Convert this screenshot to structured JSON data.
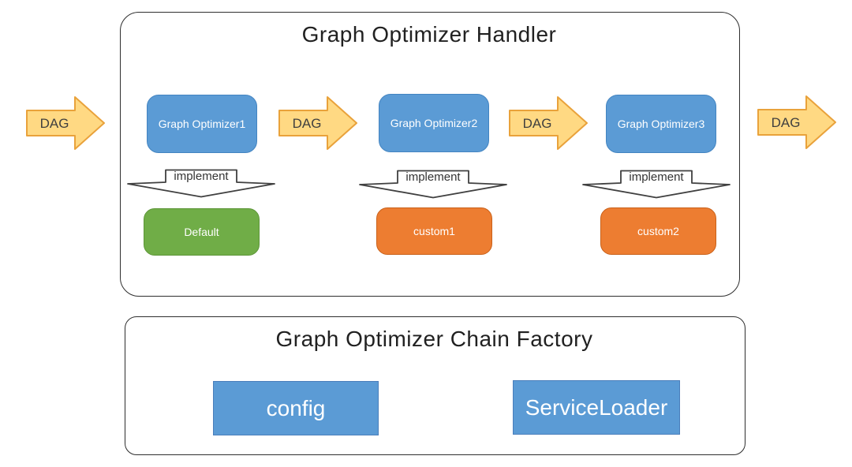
{
  "diagram": {
    "handler": {
      "title": "Graph Optimizer Handler",
      "optimizers": [
        {
          "label": "Graph Optimizer1",
          "implement_label": "implement",
          "implementation": "Default",
          "implementation_type": "default"
        },
        {
          "label": "Graph Optimizer2",
          "implement_label": "implement",
          "implementation": "custom1",
          "implementation_type": "custom"
        },
        {
          "label": "Graph Optimizer3",
          "implement_label": "implement",
          "implementation": "custom2",
          "implementation_type": "custom"
        }
      ]
    },
    "dag_arrows": [
      {
        "label": "DAG"
      },
      {
        "label": "DAG"
      },
      {
        "label": "DAG"
      },
      {
        "label": "DAG"
      }
    ],
    "factory": {
      "title": "Graph Optimizer Chain Factory",
      "components": [
        {
          "label": "config"
        },
        {
          "label": "ServiceLoader"
        }
      ]
    },
    "colors": {
      "optimizer_fill": "#5B9BD5",
      "optimizer_border": "#4384C1",
      "default_fill": "#70AD47",
      "default_border": "#5D9638",
      "custom_fill": "#ED7D31",
      "custom_border": "#C9611A",
      "dag_arrow_fill": "#FFD983",
      "dag_arrow_border": "#E9A23B",
      "implement_arrow_stroke": "#404040",
      "container_border": "#2e2e2e",
      "title_text": "#212121",
      "box_text": "#ffffff"
    }
  }
}
